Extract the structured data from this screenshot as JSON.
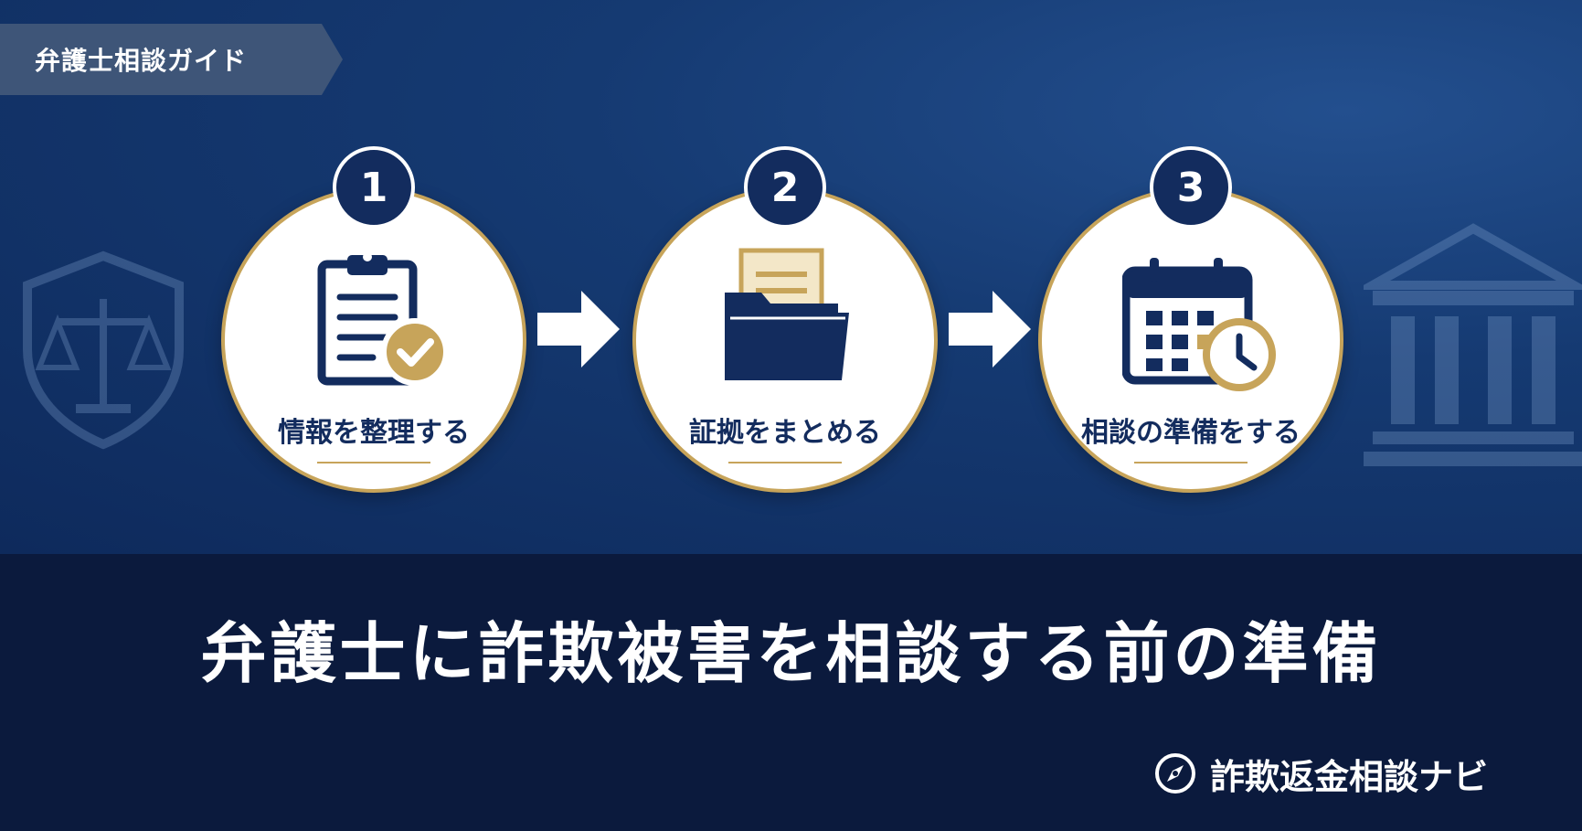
{
  "tag": {
    "label": "弁護士相談ガイド"
  },
  "steps": [
    {
      "number": "1",
      "label": "情報を整理する",
      "icon": "clipboard-check-icon"
    },
    {
      "number": "2",
      "label": "証拠をまとめる",
      "icon": "folder-documents-icon"
    },
    {
      "number": "3",
      "label": "相談の準備をする",
      "icon": "calendar-clock-icon"
    }
  ],
  "title": "弁護士に詐欺被害を相談する前の準備",
  "brand": {
    "name": "詐欺返金相談ナビ",
    "icon": "compass-icon"
  },
  "colors": {
    "navy": "#132c5e",
    "gold": "#c7a45a",
    "dark_band": "#0b1a3d",
    "tag_bg": "#3e5578"
  }
}
